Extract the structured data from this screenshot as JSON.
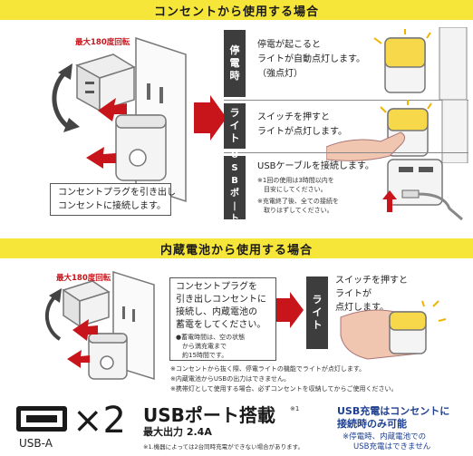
{
  "banner_top": "コンセントから使用する場合",
  "banner_mid": "内蔵電池から使用する場合",
  "top": {
    "rotate_label": "最大180度回転",
    "instruction": [
      "コンセントプラグを引き出し",
      "コンセントに接続します。"
    ],
    "modes": [
      {
        "tab": "停電時",
        "lines": [
          "停電が起こると",
          "ライトが自動点灯します。",
          "（強点灯）"
        ]
      },
      {
        "tab": "ライト",
        "lines": [
          "スイッチを押すと",
          "ライトが点灯します。"
        ]
      },
      {
        "tab": "USBポート",
        "lines": [
          "USBケーブルを接続します。"
        ],
        "notes": [
          "※1回の使用は3時間以内を",
          "　目安にしてください。",
          "※充電終了後、全ての接続を",
          "　取りはずしてください。"
        ]
      }
    ]
  },
  "mid": {
    "rotate_label": "最大180度回転",
    "instruction": [
      "コンセントプラグを",
      "引き出しコンセントに",
      "接続し、内蔵電池の",
      "蓄電をしてください。"
    ],
    "charge_note": [
      "●蓄電時間は、空の状態",
      "　から満充電まで",
      "　約15時間です。"
    ],
    "light_tab": "ライト",
    "light_lines": [
      "スイッチを押すと",
      "ライトが",
      "点灯します。"
    ],
    "notes": [
      "※コンセントから抜く際、停電ライトの機能でライトが点灯します。",
      "※内蔵電池からUSBの出力はできません。",
      "※携帯灯として使用する場合、必ずコンセントを収納してからご使用ください。"
    ]
  },
  "bottom": {
    "usb_label": "USB-A",
    "times": "×2",
    "title": "USBポート搭載",
    "title_sup": "※1",
    "output": "最大出力 2.4A",
    "footnote": "※1.機器によっては2台同時充電ができない場合があります。",
    "right_title": [
      "USB充電はコンセントに",
      "接続時のみ可能"
    ],
    "right_note": [
      "※停電時、内蔵電池での",
      "USB充電はできません"
    ]
  },
  "colors": {
    "banner": "#f7e63a",
    "accent_red": "#c8151b",
    "tab_dark": "#3d3d3d",
    "light_yellow": "#f6d84a",
    "blue": "#1e3f8f"
  }
}
